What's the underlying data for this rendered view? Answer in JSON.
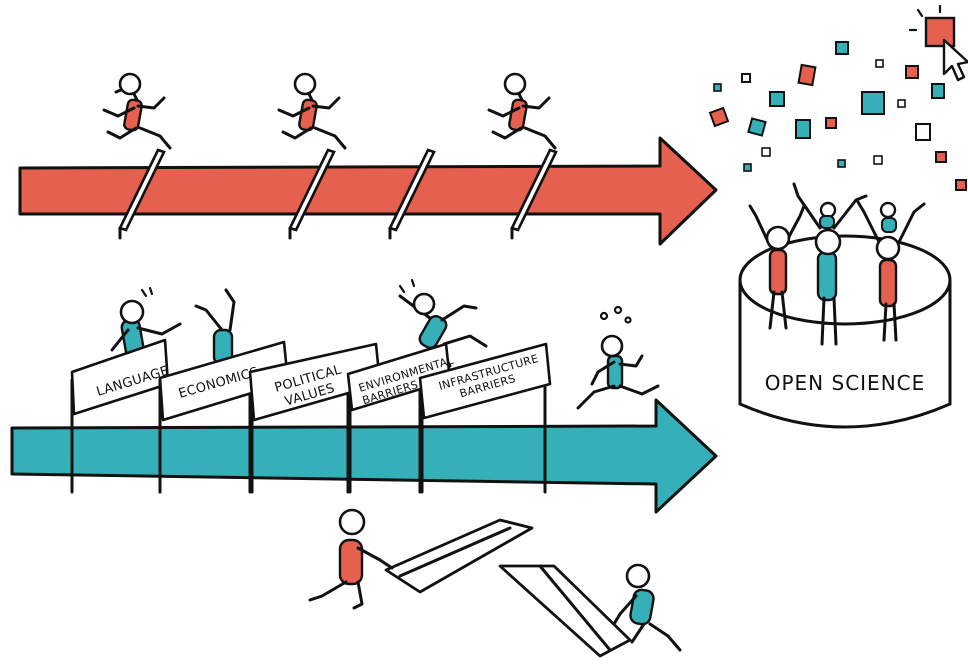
{
  "colors": {
    "red": "#e5604e",
    "teal": "#35b0b8",
    "ink": "#111111",
    "background": "#ffffff"
  },
  "hurdles": [
    {
      "lines": [
        "LANGUAGE"
      ]
    },
    {
      "lines": [
        "ECONOMICS"
      ]
    },
    {
      "lines": [
        "POLITICAL",
        "VALUES"
      ]
    },
    {
      "lines": [
        "ENVIRONMENTAL",
        "BARRIERS"
      ]
    },
    {
      "lines": [
        "INFRASTRUCTURE",
        "BARRIERS"
      ]
    }
  ],
  "platform": {
    "label": "OPEN SCIENCE"
  },
  "icons": {
    "cursor": "mouse-pointer-icon",
    "confetti": "confetti-icon"
  }
}
